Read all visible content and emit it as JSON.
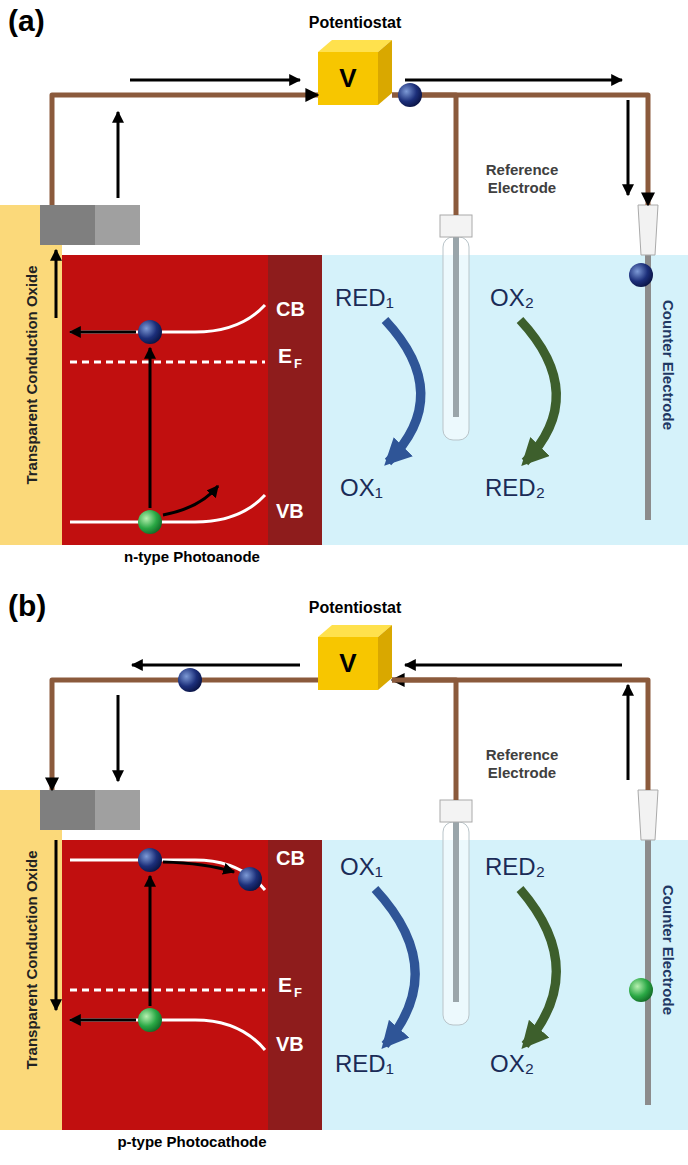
{
  "diagram": {
    "nodes": [
      {
        "text": [
          "Potentiostat",
          "V"
        ]
      },
      {
        "text": [
          "Transparent Conduction Oxide"
        ]
      },
      {
        "text": [
          "n-type Photoanode"
        ]
      },
      {
        "text": [
          "Reference Electrode"
        ]
      },
      {
        "text": [
          "Counter Electrode"
        ]
      },
      {
        "text": [
          "Potentiostat",
          "V"
        ]
      },
      {
        "text": [
          "Transparent Conduction Oxide"
        ]
      },
      {
        "text": [
          "p-type Photocathode"
        ]
      },
      {
        "text": [
          "Reference Electrode"
        ]
      },
      {
        "text": [
          "Counter Electrode"
        ]
      }
    ],
    "edges": [
      {
        "from": 1,
        "to": 0,
        "arrow": "to"
      },
      {
        "from": 0,
        "to": 4,
        "arrow": "to"
      },
      {
        "from": 0,
        "to": 3,
        "arrow": "none"
      },
      {
        "from": 5,
        "to": 6,
        "arrow": "to"
      },
      {
        "from": 9,
        "to": 5,
        "arrow": "to"
      },
      {
        "from": 5,
        "to": 8,
        "arrow": "none"
      }
    ],
    "labels": [
      "(a)",
      "CB",
      "E",
      "F",
      "VB",
      "RED₁",
      "OX₂",
      "OX₁",
      "RED₂",
      "(b)",
      "CB",
      "E",
      "F",
      "VB",
      "OX₁",
      "RED₂",
      "RED₁",
      "OX₂"
    ]
  }
}
